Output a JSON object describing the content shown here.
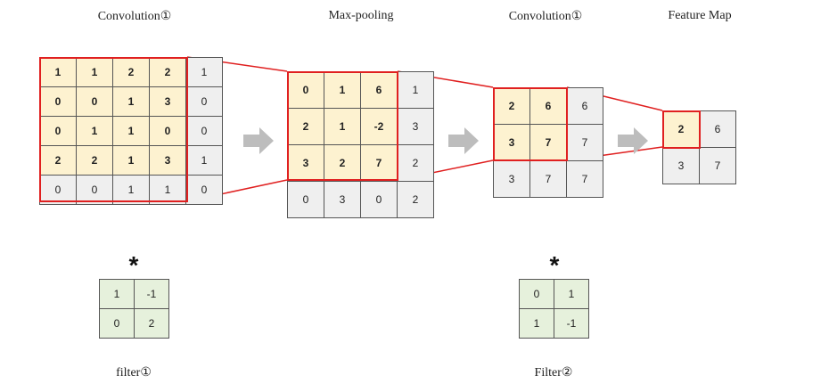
{
  "titles": {
    "conv1": "Convolution①",
    "maxpool": "Max-pooling",
    "conv2": "Convolution①",
    "feature": "Feature Map"
  },
  "input_grid": [
    [
      "1",
      "1",
      "2",
      "2",
      "1"
    ],
    [
      "0",
      "0",
      "1",
      "3",
      "0"
    ],
    [
      "0",
      "1",
      "1",
      "0",
      "0"
    ],
    [
      "2",
      "2",
      "1",
      "3",
      "1"
    ],
    [
      "0",
      "0",
      "1",
      "1",
      "0"
    ]
  ],
  "pool_grid": [
    [
      "0",
      "1",
      "6",
      "1"
    ],
    [
      "2",
      "1",
      "-2",
      "3"
    ],
    [
      "3",
      "2",
      "7",
      "2"
    ],
    [
      "0",
      "3",
      "0",
      "2"
    ]
  ],
  "conv2_grid": [
    [
      "2",
      "6",
      "6"
    ],
    [
      "3",
      "7",
      "7"
    ],
    [
      "3",
      "7",
      "7"
    ]
  ],
  "feature_grid": [
    [
      "2",
      "6"
    ],
    [
      "3",
      "7"
    ]
  ],
  "filter1": [
    [
      "1",
      "-1"
    ],
    [
      "0",
      "2"
    ]
  ],
  "filter2": [
    [
      "0",
      "1"
    ],
    [
      "1",
      "-1"
    ]
  ],
  "operator_symbol": "*",
  "captions": {
    "filter1": "filter①",
    "filter2": "Filter②"
  },
  "colors": {
    "highlight_fill": "#fdf2d0",
    "filter_fill": "#e6f1dc",
    "cell_fill": "#efefef",
    "red": "#e02020",
    "arrow": "#bdbdbd"
  }
}
